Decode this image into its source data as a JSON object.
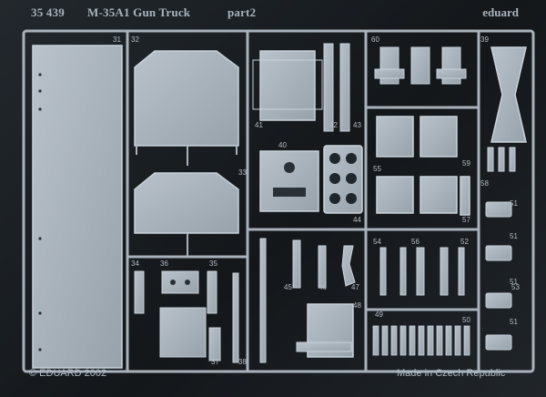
{
  "header": {
    "code": "35 439",
    "title": "M-35A1 Gun Truck",
    "part": "part2",
    "brand": "eduard"
  },
  "footer": {
    "copyright": "© EDUARD 2002",
    "origin": "Made in Czech Republic"
  },
  "part_numbers": [
    "31",
    "32",
    "33",
    "34",
    "35",
    "36",
    "37",
    "38",
    "39",
    "40",
    "41",
    "42",
    "43",
    "44",
    "45",
    "46",
    "47",
    "48",
    "49",
    "50",
    "51",
    "52",
    "53",
    "54",
    "55",
    "56",
    "57",
    "58",
    "59",
    "60",
    "42",
    "43",
    "45",
    "51",
    "51",
    "51"
  ],
  "colors": {
    "background": "#181c20",
    "metal": "#a7b0b8",
    "metal_edge": "#c3ccd4",
    "etch_hole": "#1c2226",
    "text": "#aab4bd"
  }
}
